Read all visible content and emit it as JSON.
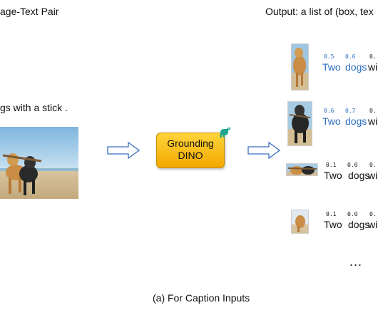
{
  "left": {
    "header": "age-Text Pair",
    "caption": "gs with a stick ."
  },
  "model": {
    "line1": "Grounding",
    "line2": "DINO",
    "mascot_icon": "dinosaur-icon"
  },
  "right": {
    "header": "Output: a list of (box, tex",
    "rows": [
      {
        "scores": [
          "0.5",
          "0.6",
          "0."
        ],
        "words": [
          "Two",
          "dogs",
          "wi"
        ],
        "color": "#2b6cc4"
      },
      {
        "scores": [
          "0.6",
          "0.7",
          "0."
        ],
        "words": [
          "Two",
          "dogs",
          "wi"
        ],
        "color": "#2b6cc4"
      },
      {
        "scores": [
          "0.1",
          "0.0",
          "0."
        ],
        "words": [
          "Two",
          "dogs",
          "wi"
        ],
        "color": "#111111"
      },
      {
        "scores": [
          "0.1",
          "0.0",
          "0."
        ],
        "words": [
          "Two",
          "dogs",
          "wi"
        ],
        "color": "#111111"
      }
    ],
    "ellipsis": "..."
  },
  "footer": "(a) For Caption Inputs",
  "colors": {
    "arrow": "#3b6fc0",
    "box_fill": "#f9bf17",
    "highlight_text": "#2b6cc4"
  }
}
